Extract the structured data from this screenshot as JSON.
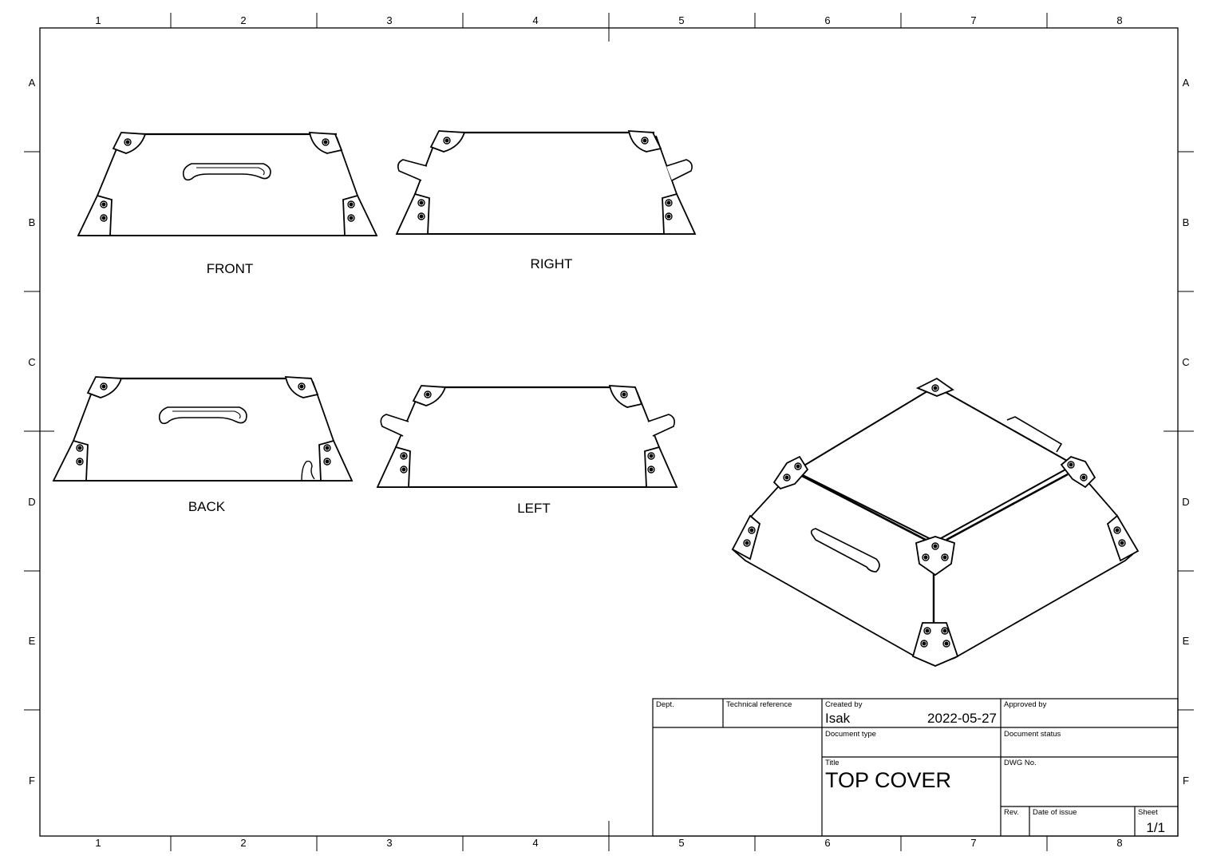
{
  "frame": {
    "columns": [
      "1",
      "2",
      "3",
      "4",
      "5",
      "6",
      "7",
      "8"
    ],
    "rows": [
      "A",
      "B",
      "C",
      "D",
      "E",
      "F"
    ]
  },
  "views": {
    "front": "FRONT",
    "right": "RIGHT",
    "back": "BACK",
    "left": "LEFT"
  },
  "title_block": {
    "dept_label": "Dept.",
    "tech_ref_label": "Technical reference",
    "created_by_label": "Created by",
    "created_by": "Isak",
    "created_date": "2022-05-27",
    "approved_by_label": "Approved by",
    "doc_type_label": "Document type",
    "doc_status_label": "Document status",
    "title_label": "Title",
    "title": "TOP COVER",
    "dwg_no_label": "DWG No.",
    "rev_label": "Rev.",
    "date_of_issue_label": "Date of issue",
    "sheet_label": "Sheet",
    "sheet": "1/1"
  }
}
